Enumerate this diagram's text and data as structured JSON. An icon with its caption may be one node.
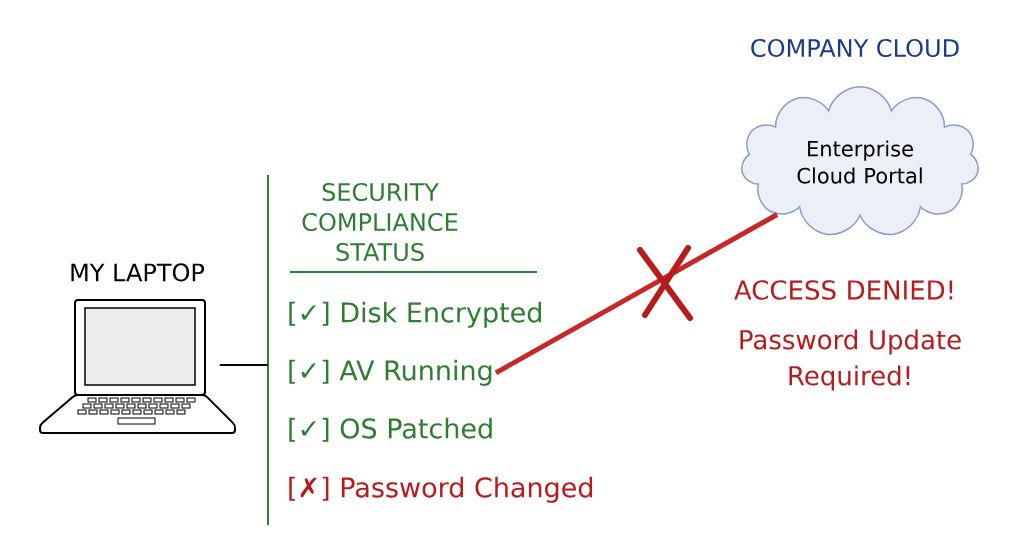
{
  "diagram": {
    "nodes": [
      {
        "text": [
          "MY LAPTOP"
        ]
      },
      {
        "text": [
          "SECURITY COMPLIANCE STATUS"
        ]
      },
      {
        "text": [
          "[✓] Disk Encrypted"
        ],
        "in": 1
      },
      {
        "text": [
          "[✓] AV Running"
        ],
        "in": 1
      },
      {
        "text": [
          "[✓] OS Patched"
        ],
        "in": 1
      },
      {
        "text": [
          "[✗] Password Changed"
        ],
        "in": 1
      },
      {
        "text": [
          "Enterprise Cloud Portal"
        ],
        "beside": [
          "COMPANY CLOUD"
        ]
      }
    ],
    "edges": [
      {
        "from": 0,
        "to": 1,
        "arrow": "none"
      },
      {
        "from": 3,
        "to": 6,
        "arrow": "none",
        "style": "thick",
        "color": "#c62828"
      }
    ],
    "labels": [
      "ACCESS DENIED!",
      "Password Update Required!"
    ]
  }
}
